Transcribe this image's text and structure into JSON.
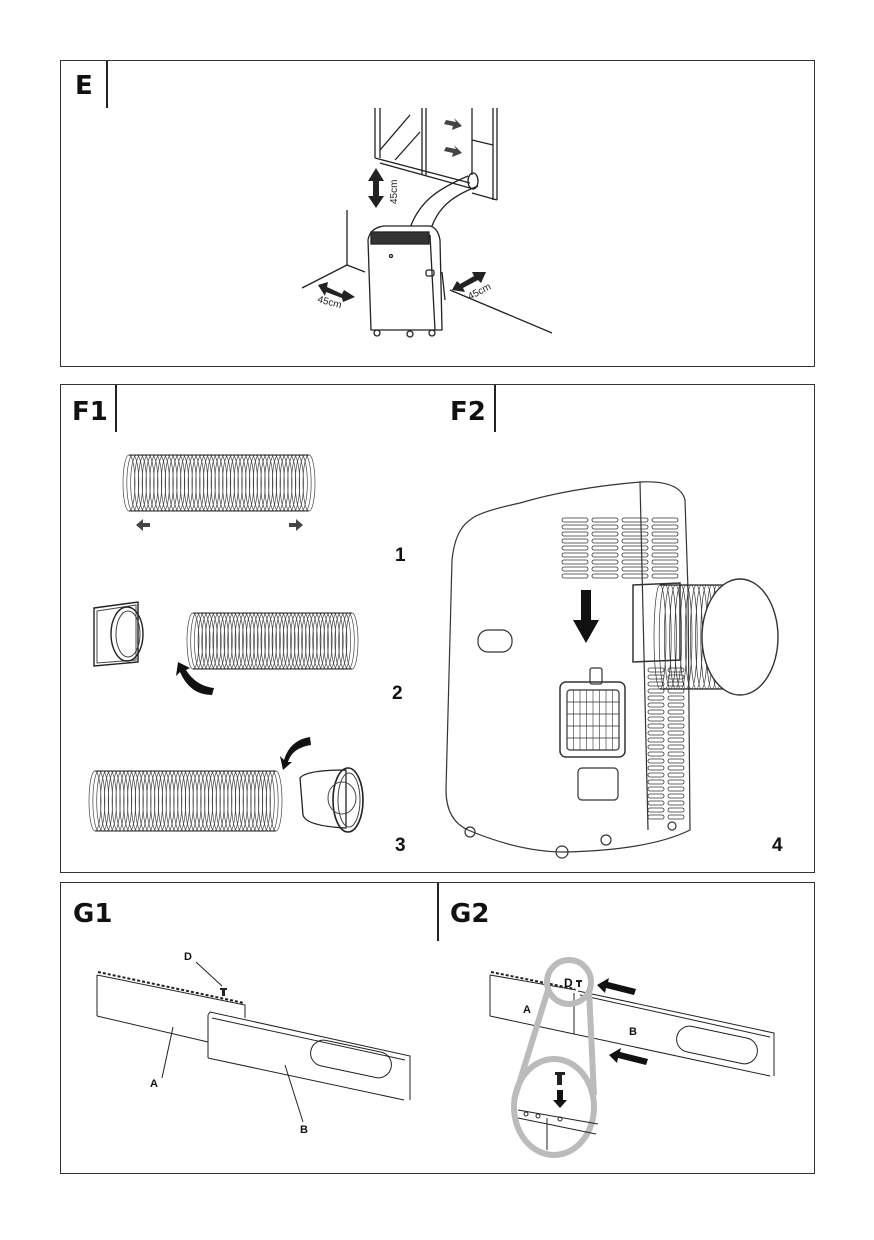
{
  "panels": {
    "e": {
      "label": "E",
      "clearance_top": "45cm",
      "clearance_left": "45cm",
      "clearance_right": "45cm"
    },
    "f1": {
      "label": "F1",
      "steps": [
        "1",
        "2",
        "3"
      ]
    },
    "f2": {
      "label": "F2",
      "step": "4"
    },
    "g1": {
      "label": "G1",
      "part_a": "A",
      "part_b": "B",
      "part_d": "D"
    },
    "g2": {
      "label": "G2",
      "part_a": "A",
      "part_b": "B",
      "part_d": "D"
    }
  },
  "colors": {
    "line": "#222222",
    "arrow": "#333333",
    "magnifier": "#bbbbbb"
  }
}
